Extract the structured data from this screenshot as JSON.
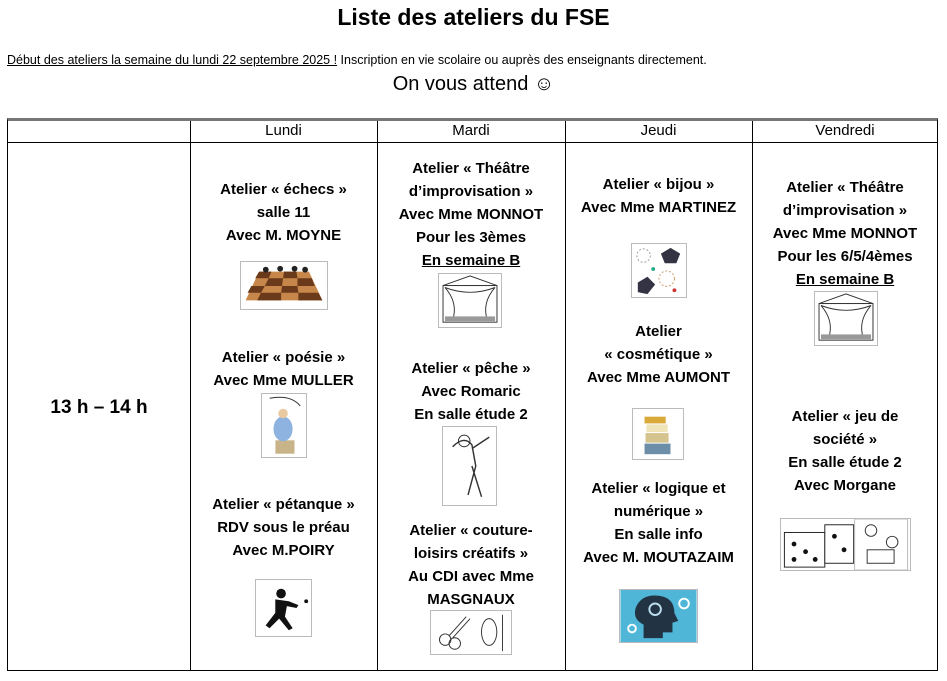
{
  "title": "Liste des ateliers du FSE",
  "intro": {
    "underlined": "Début des ateliers la semaine du lundi 22 septembre 2025 !",
    "rest": " Inscription en vie scolaire ou auprès des enseignants directement."
  },
  "tagline": "On vous attend ☺",
  "days": [
    "Lundi",
    "Mardi",
    "Jeudi",
    "Vendredi"
  ],
  "time_slot": "13 h – 14 h",
  "workshops": {
    "lundi": [
      {
        "lines": [
          "Atelier « échecs »",
          "salle 11",
          "Avec M. MOYNE"
        ],
        "icon": "chessboard-icon"
      },
      {
        "lines": [
          "Atelier « poésie »",
          "Avec Mme MULLER"
        ],
        "icon": "poetry-icon"
      },
      {
        "lines": [
          "Atelier « pétanque »",
          "RDV sous le préau",
          "Avec M.POIRY"
        ],
        "icon": "petanque-player-icon"
      }
    ],
    "mardi": [
      {
        "lines": [
          "Atelier « Théâtre",
          "d’improvisation »",
          "Avec Mme MONNOT",
          "Pour les 3èmes"
        ],
        "underlined": "En semaine B",
        "icon": "theater-stage-icon"
      },
      {
        "lines": [
          "Atelier « pêche »",
          "Avec Romaric",
          "En salle étude 2"
        ],
        "icon": "fisherman-icon"
      },
      {
        "lines": [
          "Atelier « couture-",
          "loisirs créatifs »",
          "Au CDI avec Mme",
          "MASGNAUX"
        ],
        "icon": "sewing-tools-icon"
      }
    ],
    "jeudi": [
      {
        "lines": [
          "Atelier « bijou »",
          "Avec Mme MARTINEZ"
        ],
        "icon": "jewelry-icon"
      },
      {
        "lines": [
          "Atelier",
          "« cosmétique »",
          "Avec Mme AUMONT"
        ],
        "icon": "soap-stack-icon"
      },
      {
        "lines": [
          "Atelier « logique et",
          "numérique »",
          "En salle info",
          "Avec M. MOUTAZAIM"
        ],
        "icon": "brain-gears-icon"
      }
    ],
    "vendredi": [
      {
        "lines": [
          "Atelier « Théâtre",
          "d’improvisation »",
          "Avec Mme MONNOT",
          "Pour les 6/5/4èmes"
        ],
        "underlined": "En semaine B",
        "icon": "theater-stage-icon"
      },
      {
        "lines": [
          "Atelier « jeu de",
          "société »",
          "En salle étude 2",
          "Avec Morgane"
        ],
        "icon": "board-game-icon"
      }
    ]
  }
}
